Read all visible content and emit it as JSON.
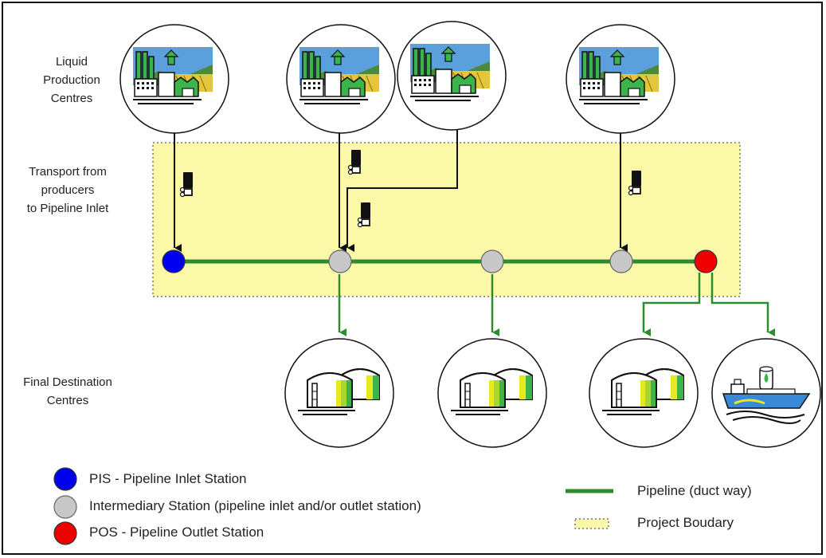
{
  "row_labels": {
    "production": "Liquid Production Centres",
    "production_lines": [
      "Liquid",
      "Production",
      "Centres"
    ],
    "transport_lines": [
      "Transport from",
      "producers",
      "to Pipeline Inlet"
    ],
    "destination_lines": [
      "Final Destination",
      "Centres"
    ]
  },
  "legend": {
    "pis": "PIS - Pipeline Inlet Station",
    "intermediary": "Intermediary Station (pipeline inlet and/or outlet station)",
    "pos": "POS - Pipeline Outlet Station",
    "pipeline": "Pipeline (duct way)",
    "boundary": "Project Boudary"
  },
  "colors": {
    "pipeline": "#2e8b2e",
    "pis": "#0000ee",
    "intermediary": "#c8c8c8",
    "pos": "#ee0000",
    "boundary_fill": "#fbf9a8",
    "factory_green": "#3cb44b",
    "tank_yellow": "#e8e820"
  },
  "icons": {
    "production": "factory-icon",
    "destination_tank": "storage-tank-icon",
    "destination_ship": "tanker-ship-icon",
    "transport": "truck-icon"
  }
}
